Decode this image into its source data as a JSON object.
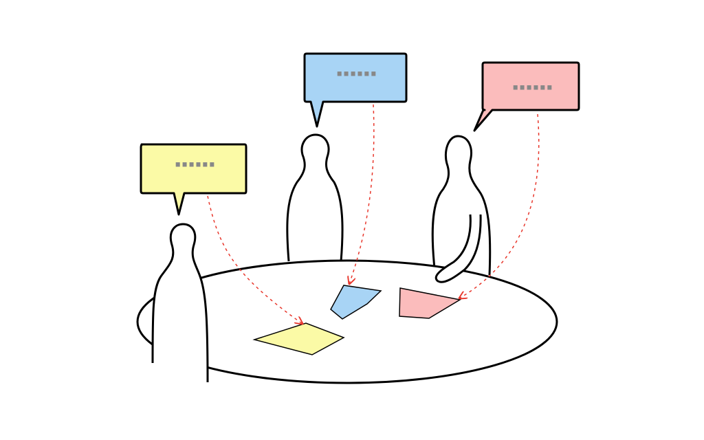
{
  "colors": {
    "background": "#ffffff",
    "outline": "#000000",
    "table_fill": "#ffffff",
    "arrow": "#e8372c",
    "dots": "#888888"
  },
  "participants": [
    {
      "id": "left",
      "bubble_color": "#fbfaa6",
      "note_color": "#fbfaa6",
      "bubble_text": "······"
    },
    {
      "id": "middle",
      "bubble_color": "#a8d4f5",
      "note_color": "#a8d4f5",
      "bubble_text": "······"
    },
    {
      "id": "right",
      "bubble_color": "#fbbcbc",
      "note_color": "#fbbcbc",
      "bubble_text": "······"
    }
  ]
}
